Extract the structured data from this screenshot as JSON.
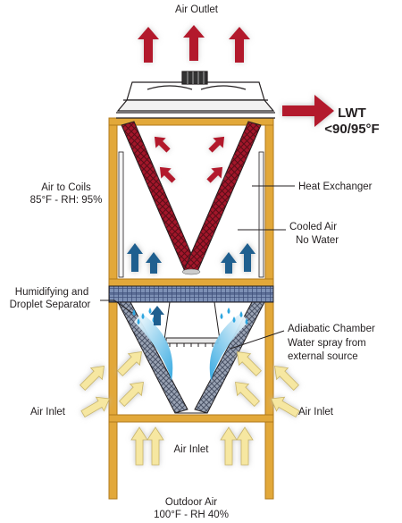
{
  "labels": {
    "air_outlet": "Air Outlet",
    "lwt_title": "LWT",
    "lwt_value": "<90/95°F",
    "air_to_coils": "Air to Coils",
    "air_to_coils_cond": "85°F - RH: 95%",
    "heat_exchanger": "Heat Exchanger",
    "cooled_air": "Cooled Air",
    "no_water": "No Water",
    "humidifying": "Humidifying and",
    "droplet_separator": "Droplet Separator",
    "adiabatic_chamber": "Adiabatic Chamber",
    "water_spray": "Water spray from",
    "external_source": "external source",
    "air_inlet_left": "Air Inlet",
    "air_inlet_right": "Air Inlet",
    "air_inlet_bottom": "Air Inlet",
    "outdoor_air": "Outdoor Air",
    "outdoor_air_cond": "100°F - RH 40%"
  },
  "colors": {
    "frame": "#e2a83a",
    "frame_dark": "#b07a1c",
    "coil_red": "#a3162a",
    "coil_dark": "#5a0d18",
    "pad_gray": "#8d96a7",
    "pad_dark": "#4a5366",
    "arrow_red": "#b3192c",
    "arrow_blue": "#1f5f8f",
    "arrow_yellow": "#f6e7a1",
    "water_blue": "#2ea6e0",
    "leader": "#231f20"
  }
}
